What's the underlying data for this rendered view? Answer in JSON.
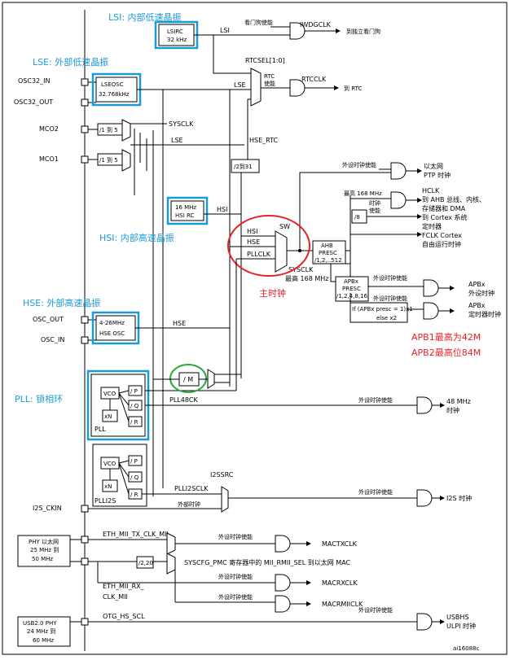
{
  "colors": {
    "annotation_blue": "#1a9ad6",
    "annotation_red": "#e8202a",
    "annotation_green": "#2aa83a"
  },
  "annotations": {
    "lsi": "LSI: 内部低速晶振",
    "lse": "LSE: 外部低速晶振",
    "hsi": "HSI: 内部高速晶振",
    "hse": "HSE: 外部高速晶振",
    "pll": "PLL: 锁相环",
    "main_clock": "主时钟",
    "apb1": "APB1最高为42M",
    "apb2": "APB2最高位84M"
  },
  "pins": {
    "osc32_in": "OSC32_IN",
    "osc32_out": "OSC32_OUT",
    "mco2": "MCO2",
    "mco1": "MCO1",
    "osc_out": "OSC_OUT",
    "osc_in": "OSC_IN",
    "i2s_ckin": "I2S_CKIN"
  },
  "blocks": {
    "lsirc_1": "LSIRC",
    "lsirc_2": "32 kHz",
    "lseosc_1": "LSEOSC",
    "lseosc_2": "32.768kHz",
    "hsirc_1": "16 MHz",
    "hsirc_2": "HSI RC",
    "hseosc_1": "4-26MHz",
    "hseosc_2": "HSE OSC",
    "mco_div": "/1 到 5",
    "div_2_31": "/2到31",
    "div_m": "/ M",
    "div_8": "/8",
    "ahb_1": "AHB",
    "ahb_2": "PRESC",
    "ahb_3": "/1,2,..512",
    "apb_1": "APBx",
    "apb_2": "PRESC",
    "apb_3": "/1,2,4,8,16",
    "apb_if_1": "If (APBx presc = 1)x1",
    "apb_if_2": "else x2",
    "vco": "VCO",
    "xn": "xN",
    "p": "/ P",
    "q": "/ Q",
    "r": "/ R",
    "pll": "PLL",
    "plli2s": "PLLI2S",
    "div_2_20": "/2,20",
    "phy_eth_1": "PHY 以太网",
    "phy_eth_2": "25 MHz 到",
    "phy_eth_3": "50 MHz",
    "phy_usb_1": "USB2.0 PHY",
    "phy_usb_2": "24 MHz 到",
    "phy_usb_3": "60 MHz"
  },
  "signals": {
    "lsi": "LSI",
    "lse": "LSE",
    "hsi": "HSI",
    "hse": "HSE",
    "pllclk": "PLLCLK",
    "sysclk": "SYSCLK",
    "sw": "SW",
    "sysclk_max": "最高 168 MHz",
    "rtcsel": "RTCSEL[1:0]",
    "hse_rtc": "HSE_RTC",
    "pll48ck": "PLL48CK",
    "plli2sclk": "PLLI2SCLK",
    "i2ssrc": "I2SSRC",
    "ext_clock": "外部时钟",
    "eth_tx": "ETH_MII_TX_CLK_MII",
    "eth_rx_1": "ETH_MII_RX_",
    "eth_rx_2": "CLK_MII",
    "otg": "OTG_HS_SCL",
    "syscfg": "SYSCFG_PMC 寄存器中的 MII_RMII_SEL 到以太网 MAC",
    "wdg_en": "看门狗使能",
    "rtc_en_1": "RTC",
    "rtc_en_2": "使能",
    "periph_en": "外设时钟使能",
    "clk_en_1": "时钟",
    "clk_en_2": "使能",
    "hclk_max": "最高 168 MHz"
  },
  "outputs": {
    "iwdgclk": "IWDGCLK",
    "iwdg_dest": "到独立看门狗",
    "rtcclk": "RTCCLK",
    "rtc_dest": "到 RTC",
    "ptp_1": "以太网",
    "ptp_2": "PTP 时钟",
    "hclk_1": "HCLK",
    "hclk_2": "到 AHB 总线、内核、",
    "hclk_3": "存储器和 DMA",
    "cortex_1": "到 Cortex 系统",
    "cortex_2": "定时器",
    "fclk_1": "FCLK Cortex",
    "fclk_2": "自由运行时钟",
    "apbx_1": "APBx",
    "apbx_2": "外设时钟",
    "apbx_t1": "APBx",
    "apbx_t2": "定时器时钟",
    "usb_1": "48 MHz",
    "usb_2": "时钟",
    "i2s": "I2S 时钟",
    "mactx": "MACTXCLK",
    "macrx": "MACRXCLK",
    "macrmii": "MACRMIICLK",
    "usbhs_1": "USBHS",
    "usbhs_2": "ULPI 时钟"
  },
  "footer": {
    "code": "ai16088c"
  }
}
